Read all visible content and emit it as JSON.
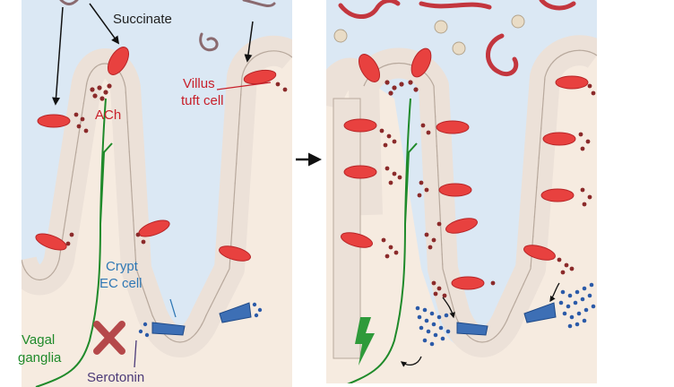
{
  "left_panel": {
    "labels": {
      "succinate": "Succinate",
      "villus_line1": "Villus",
      "villus_line2": "tuft cell",
      "ach": "ACh",
      "crypt_line1": "Crypt",
      "crypt_line2": "EC cell",
      "vagal_line1": "Vagal",
      "vagal_line2": "ganglia",
      "serotonin": "Serotonin"
    }
  },
  "colors": {
    "lumen": "#dbe8f4",
    "tissue": "#f6ebe0",
    "epithelium": "#ece1d8",
    "cell_outline": "#b8a99d",
    "tuft_cell": "#e8413f",
    "ec_cell": "#3d6fb5",
    "nerve": "#1f8a2a",
    "ach_dots": "#8b2a2a",
    "serotonin_dots": "#2b5aa8",
    "worm": "#c3363e",
    "block_cross": "#b5484a",
    "lightning": "#2e9a3a"
  },
  "icons": [
    "transition-arrow-icon",
    "block-cross-icon",
    "lightning-icon",
    "worm-icon",
    "egg-icon"
  ]
}
